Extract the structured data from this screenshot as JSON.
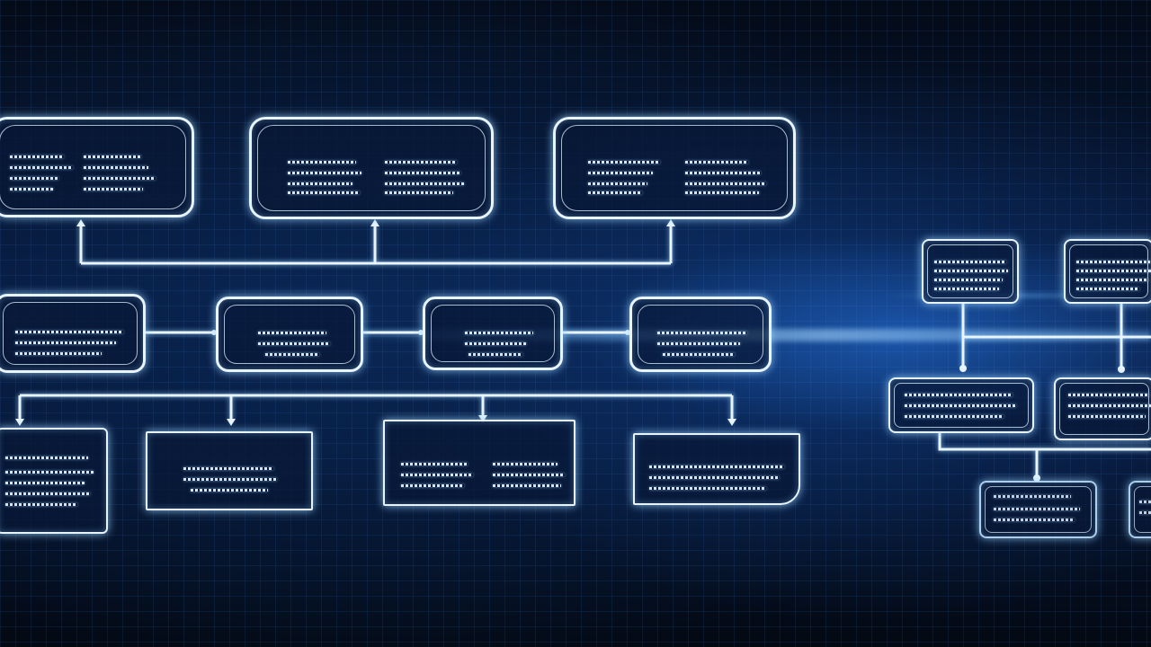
{
  "diagram": {
    "nodes": [
      {
        "id": "top-1",
        "title": ""
      },
      {
        "id": "top-2",
        "title": ""
      },
      {
        "id": "top-3",
        "title": ""
      },
      {
        "id": "mid-1",
        "title": ""
      },
      {
        "id": "mid-2",
        "title": ""
      },
      {
        "id": "mid-3",
        "title": ""
      },
      {
        "id": "mid-4",
        "title": ""
      },
      {
        "id": "bottom-1",
        "title": ""
      },
      {
        "id": "bottom-2",
        "title": ""
      },
      {
        "id": "bottom-3",
        "title": ""
      },
      {
        "id": "bottom-4",
        "title": ""
      },
      {
        "id": "right-top-1",
        "title": ""
      },
      {
        "id": "right-top-2",
        "title": ""
      },
      {
        "id": "right-mid-1",
        "title": ""
      },
      {
        "id": "right-mid-2",
        "title": ""
      },
      {
        "id": "right-bottom-1",
        "title": ""
      },
      {
        "id": "right-bottom-2",
        "title": ""
      }
    ],
    "connector_color": "#e8f4ff",
    "glow_color": "#78beff",
    "background_color": "#061226"
  }
}
